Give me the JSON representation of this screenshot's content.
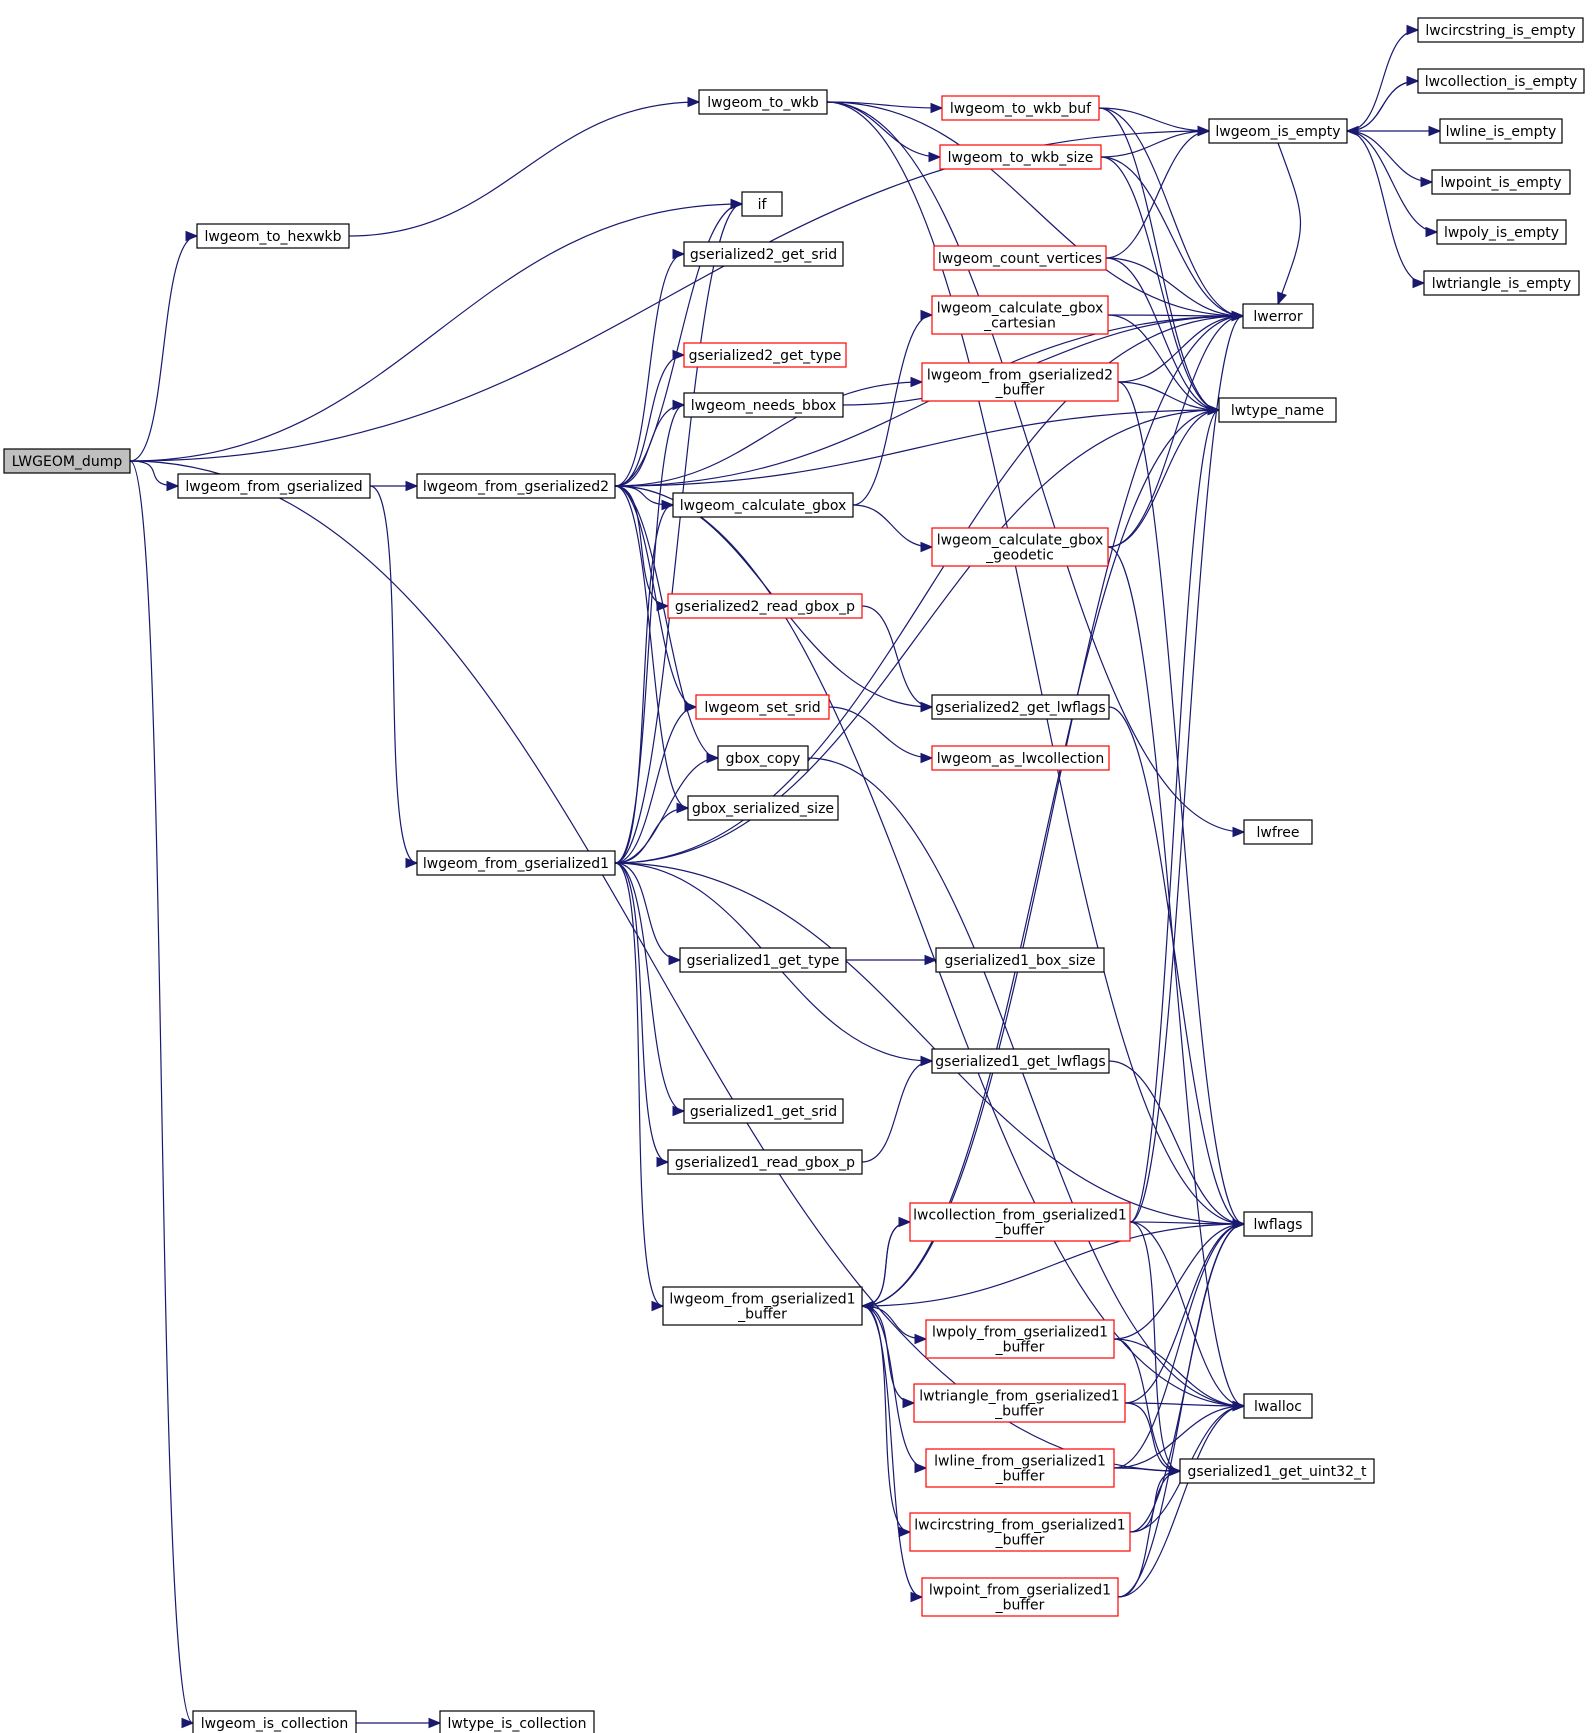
{
  "graph": {
    "colors": {
      "edge": "#191970",
      "border_documented": "#000000",
      "border_undocumented": "#ff0000",
      "root_fill": "#bfbfbf",
      "node_fill": "#ffffff"
    },
    "nodes": [
      {
        "id": "dump",
        "lines": [
          "LWGEOM_dump"
        ],
        "border": "black",
        "root": true
      },
      {
        "id": "hexwkb",
        "lines": [
          "lwgeom_to_hexwkb"
        ],
        "border": "black"
      },
      {
        "id": "fromgs",
        "lines": [
          "lwgeom_from_gserialized"
        ],
        "border": "black"
      },
      {
        "id": "iscoll",
        "lines": [
          "lwgeom_is_collection"
        ],
        "border": "black"
      },
      {
        "id": "towkb",
        "lines": [
          "lwgeom_to_wkb"
        ],
        "border": "black"
      },
      {
        "id": "fromgs2",
        "lines": [
          "lwgeom_from_gserialized2"
        ],
        "border": "black"
      },
      {
        "id": "fromgs1",
        "lines": [
          "lwgeom_from_gserialized1"
        ],
        "border": "black"
      },
      {
        "id": "typeiscoll",
        "lines": [
          "lwtype_is_collection"
        ],
        "border": "black"
      },
      {
        "id": "if",
        "lines": [
          "if"
        ],
        "border": "black"
      },
      {
        "id": "gs2srid",
        "lines": [
          "gserialized2_get_srid"
        ],
        "border": "black"
      },
      {
        "id": "gs2type",
        "lines": [
          "gserialized2_get_type"
        ],
        "border": "red"
      },
      {
        "id": "needsbbox",
        "lines": [
          "lwgeom_needs_bbox"
        ],
        "border": "black"
      },
      {
        "id": "calcgbox",
        "lines": [
          "lwgeom_calculate_gbox"
        ],
        "border": "black"
      },
      {
        "id": "gs2readgbox",
        "lines": [
          "gserialized2_read_gbox_p"
        ],
        "border": "red"
      },
      {
        "id": "setsrid",
        "lines": [
          "lwgeom_set_srid"
        ],
        "border": "red"
      },
      {
        "id": "gboxcopy",
        "lines": [
          "gbox_copy"
        ],
        "border": "black"
      },
      {
        "id": "gboxsersize",
        "lines": [
          "gbox_serialized_size"
        ],
        "border": "black"
      },
      {
        "id": "gs1type",
        "lines": [
          "gserialized1_get_type"
        ],
        "border": "black"
      },
      {
        "id": "gs1srid",
        "lines": [
          "gserialized1_get_srid"
        ],
        "border": "black"
      },
      {
        "id": "gs1readgbox",
        "lines": [
          "gserialized1_read_gbox_p"
        ],
        "border": "black"
      },
      {
        "id": "fromgs1buf",
        "lines": [
          "lwgeom_from_gserialized1",
          "_buffer"
        ],
        "border": "black"
      },
      {
        "id": "wkbbuf",
        "lines": [
          "lwgeom_to_wkb_buf"
        ],
        "border": "red"
      },
      {
        "id": "wkbsize",
        "lines": [
          "lwgeom_to_wkb_size"
        ],
        "border": "red"
      },
      {
        "id": "countvert",
        "lines": [
          "lwgeom_count_vertices"
        ],
        "border": "red"
      },
      {
        "id": "gboxcart",
        "lines": [
          "lwgeom_calculate_gbox",
          "_cartesian"
        ],
        "border": "red"
      },
      {
        "id": "fromgs2buf",
        "lines": [
          "lwgeom_from_gserialized2",
          "_buffer"
        ],
        "border": "red"
      },
      {
        "id": "gboxgeod",
        "lines": [
          "lwgeom_calculate_gbox",
          "_geodetic"
        ],
        "border": "red"
      },
      {
        "id": "gs2lwflags",
        "lines": [
          "gserialized2_get_lwflags"
        ],
        "border": "black"
      },
      {
        "id": "aslwcoll",
        "lines": [
          "lwgeom_as_lwcollection"
        ],
        "border": "red"
      },
      {
        "id": "gs1boxsize",
        "lines": [
          "gserialized1_box_size"
        ],
        "border": "black"
      },
      {
        "id": "gs1lwflags",
        "lines": [
          "gserialized1_get_lwflags"
        ],
        "border": "black"
      },
      {
        "id": "collbuf",
        "lines": [
          "lwcollection_from_gserialized1",
          "_buffer"
        ],
        "border": "red"
      },
      {
        "id": "polybuf",
        "lines": [
          "lwpoly_from_gserialized1",
          "_buffer"
        ],
        "border": "red"
      },
      {
        "id": "tribuf",
        "lines": [
          "lwtriangle_from_gserialized1",
          "_buffer"
        ],
        "border": "red"
      },
      {
        "id": "linebuf",
        "lines": [
          "lwline_from_gserialized1",
          "_buffer"
        ],
        "border": "red"
      },
      {
        "id": "circbuf",
        "lines": [
          "lwcircstring_from_gserialized1",
          "_buffer"
        ],
        "border": "red"
      },
      {
        "id": "pointbuf",
        "lines": [
          "lwpoint_from_gserialized1",
          "_buffer"
        ],
        "border": "red"
      },
      {
        "id": "isempty",
        "lines": [
          "lwgeom_is_empty"
        ],
        "border": "black"
      },
      {
        "id": "lwerror",
        "lines": [
          "lwerror"
        ],
        "border": "black"
      },
      {
        "id": "typename",
        "lines": [
          "lwtype_name"
        ],
        "border": "black"
      },
      {
        "id": "lwfree",
        "lines": [
          "lwfree"
        ],
        "border": "black"
      },
      {
        "id": "lwflags",
        "lines": [
          "lwflags"
        ],
        "border": "black"
      },
      {
        "id": "lwalloc",
        "lines": [
          "lwalloc"
        ],
        "border": "black"
      },
      {
        "id": "uint32",
        "lines": [
          "gserialized1_get_uint32_t"
        ],
        "border": "black"
      },
      {
        "id": "circempty",
        "lines": [
          "lwcircstring_is_empty"
        ],
        "border": "black"
      },
      {
        "id": "collempty",
        "lines": [
          "lwcollection_is_empty"
        ],
        "border": "black"
      },
      {
        "id": "lineempty",
        "lines": [
          "lwline_is_empty"
        ],
        "border": "black"
      },
      {
        "id": "pointempty",
        "lines": [
          "lwpoint_is_empty"
        ],
        "border": "black"
      },
      {
        "id": "polyempty",
        "lines": [
          "lwpoly_is_empty"
        ],
        "border": "black"
      },
      {
        "id": "triempty",
        "lines": [
          "lwtriangle_is_empty"
        ],
        "border": "black"
      }
    ],
    "edges": [
      [
        "dump",
        "hexwkb"
      ],
      [
        "dump",
        "fromgs"
      ],
      [
        "dump",
        "iscoll"
      ],
      [
        "dump",
        "if"
      ],
      [
        "dump",
        "isempty"
      ],
      [
        "dump",
        "uint32"
      ],
      [
        "hexwkb",
        "towkb"
      ],
      [
        "fromgs",
        "fromgs2"
      ],
      [
        "fromgs",
        "fromgs1"
      ],
      [
        "iscoll",
        "typeiscoll"
      ],
      [
        "towkb",
        "wkbbuf"
      ],
      [
        "towkb",
        "wkbsize"
      ],
      [
        "towkb",
        "lwerror"
      ],
      [
        "towkb",
        "lwfree"
      ],
      [
        "towkb",
        "lwflags"
      ],
      [
        "fromgs2",
        "if"
      ],
      [
        "fromgs2",
        "gs2srid"
      ],
      [
        "fromgs2",
        "gs2type"
      ],
      [
        "fromgs2",
        "needsbbox"
      ],
      [
        "fromgs2",
        "calcgbox"
      ],
      [
        "fromgs2",
        "gs2readgbox"
      ],
      [
        "fromgs2",
        "setsrid"
      ],
      [
        "fromgs2",
        "gboxcopy"
      ],
      [
        "fromgs2",
        "gboxsersize"
      ],
      [
        "fromgs2",
        "fromgs2buf"
      ],
      [
        "fromgs2",
        "gs2lwflags"
      ],
      [
        "fromgs2",
        "typename"
      ],
      [
        "fromgs2",
        "lwerror"
      ],
      [
        "fromgs2",
        "lwalloc"
      ],
      [
        "fromgs1",
        "if"
      ],
      [
        "fromgs1",
        "needsbbox"
      ],
      [
        "fromgs1",
        "calcgbox"
      ],
      [
        "fromgs1",
        "setsrid"
      ],
      [
        "fromgs1",
        "gboxcopy"
      ],
      [
        "fromgs1",
        "gboxsersize"
      ],
      [
        "fromgs1",
        "gs1type"
      ],
      [
        "fromgs1",
        "gs1lwflags"
      ],
      [
        "fromgs1",
        "gs1srid"
      ],
      [
        "fromgs1",
        "gs1readgbox"
      ],
      [
        "fromgs1",
        "fromgs1buf"
      ],
      [
        "fromgs1",
        "lwflags"
      ],
      [
        "fromgs1",
        "typename"
      ],
      [
        "fromgs1",
        "lwerror"
      ],
      [
        "needsbbox",
        "lwerror"
      ],
      [
        "calcgbox",
        "gboxcart"
      ],
      [
        "calcgbox",
        "gboxgeod"
      ],
      [
        "gs2readgbox",
        "gs2lwflags"
      ],
      [
        "setsrid",
        "aslwcoll"
      ],
      [
        "gboxcopy",
        "lwalloc"
      ],
      [
        "gs1type",
        "gs1boxsize"
      ],
      [
        "gs1readgbox",
        "gs1lwflags"
      ],
      [
        "gs1lwflags",
        "lwflags"
      ],
      [
        "gs2lwflags",
        "lwflags"
      ],
      [
        "fromgs1buf",
        "collbuf"
      ],
      [
        "fromgs1buf",
        "polybuf"
      ],
      [
        "fromgs1buf",
        "tribuf"
      ],
      [
        "fromgs1buf",
        "linebuf"
      ],
      [
        "fromgs1buf",
        "circbuf"
      ],
      [
        "fromgs1buf",
        "pointbuf"
      ],
      [
        "fromgs1buf",
        "lwflags"
      ],
      [
        "fromgs1buf",
        "typename"
      ],
      [
        "fromgs1buf",
        "lwerror"
      ],
      [
        "wkbbuf",
        "isempty"
      ],
      [
        "wkbbuf",
        "lwerror"
      ],
      [
        "wkbbuf",
        "typename"
      ],
      [
        "wkbsize",
        "isempty"
      ],
      [
        "wkbsize",
        "lwerror"
      ],
      [
        "wkbsize",
        "typename"
      ],
      [
        "countvert",
        "isempty"
      ],
      [
        "countvert",
        "lwerror"
      ],
      [
        "countvert",
        "typename"
      ],
      [
        "gboxcart",
        "lwerror"
      ],
      [
        "gboxcart",
        "typename"
      ],
      [
        "fromgs2buf",
        "lwerror"
      ],
      [
        "fromgs2buf",
        "typename"
      ],
      [
        "fromgs2buf",
        "lwflags"
      ],
      [
        "gboxgeod",
        "lwerror"
      ],
      [
        "gboxgeod",
        "typename"
      ],
      [
        "gboxgeod",
        "lwalloc"
      ],
      [
        "collbuf",
        "fromgs1buf"
      ],
      [
        "collbuf",
        "lwflags"
      ],
      [
        "collbuf",
        "lwalloc"
      ],
      [
        "collbuf",
        "uint32"
      ],
      [
        "collbuf",
        "lwerror"
      ],
      [
        "collbuf",
        "typename"
      ],
      [
        "polybuf",
        "lwflags"
      ],
      [
        "polybuf",
        "lwalloc"
      ],
      [
        "polybuf",
        "uint32"
      ],
      [
        "tribuf",
        "lwflags"
      ],
      [
        "tribuf",
        "lwalloc"
      ],
      [
        "tribuf",
        "uint32"
      ],
      [
        "linebuf",
        "lwflags"
      ],
      [
        "linebuf",
        "lwalloc"
      ],
      [
        "linebuf",
        "uint32"
      ],
      [
        "circbuf",
        "lwflags"
      ],
      [
        "circbuf",
        "lwalloc"
      ],
      [
        "circbuf",
        "uint32"
      ],
      [
        "pointbuf",
        "lwflags"
      ],
      [
        "pointbuf",
        "lwalloc"
      ],
      [
        "pointbuf",
        "uint32"
      ],
      [
        "isempty",
        "circempty"
      ],
      [
        "isempty",
        "collempty"
      ],
      [
        "isempty",
        "lineempty"
      ],
      [
        "isempty",
        "pointempty"
      ],
      [
        "isempty",
        "polyempty"
      ],
      [
        "isempty",
        "triempty"
      ],
      [
        "isempty",
        "lwerror"
      ],
      [
        "collempty",
        "isempty"
      ]
    ]
  }
}
